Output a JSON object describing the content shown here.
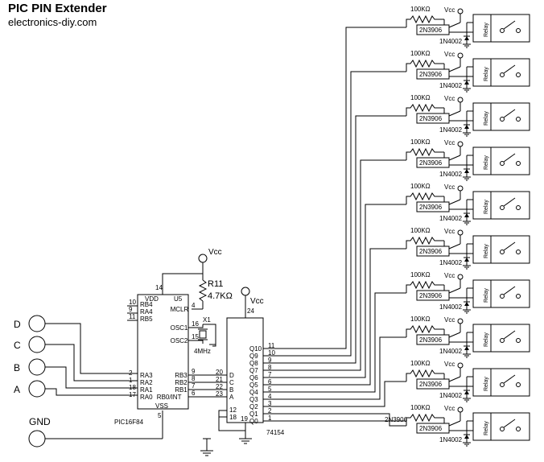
{
  "header": {
    "title": "PIC PIN Extender",
    "subtitle": "electronics-diy.com"
  },
  "inputs": {
    "d": "D",
    "c": "C",
    "b": "B",
    "a": "A",
    "gnd": "GND"
  },
  "mcu": {
    "part": "PIC16F84",
    "ref": "U5",
    "vdd": "VDD",
    "vdd_pin": "14",
    "vss": "VSS",
    "vss_pin": "5",
    "left_pins": [
      {
        "num": "10",
        "name": "RB4"
      },
      {
        "num": "9",
        "name": "RA4"
      },
      {
        "num": "11",
        "name": "RB5"
      },
      {
        "num": "2",
        "name": "RA3"
      },
      {
        "num": "1",
        "name": "RA2"
      },
      {
        "num": "18",
        "name": "RA1"
      },
      {
        "num": "17",
        "name": "RA0"
      }
    ],
    "right_pins": [
      {
        "num": "4",
        "name": "MCLR"
      },
      {
        "num": "16",
        "name": "OSC1"
      },
      {
        "num": "15",
        "name": "OSC2"
      },
      {
        "num": "9",
        "name": "RB3"
      },
      {
        "num": "8",
        "name": "RB2"
      },
      {
        "num": "7",
        "name": "RB1"
      },
      {
        "num": "6",
        "name": "RB0/INT"
      }
    ]
  },
  "resistor_r11": {
    "ref": "R11",
    "value": "4.7KΩ"
  },
  "crystal": {
    "ref": "X1",
    "freq": "4MHz"
  },
  "vcc_label": "Vcc",
  "decoder": {
    "part": "74154",
    "vcc_pin": "24",
    "inputs": [
      {
        "num": "20",
        "name": "D"
      },
      {
        "num": "21",
        "name": "C"
      },
      {
        "num": "22",
        "name": "B"
      },
      {
        "num": "23",
        "name": "A"
      }
    ],
    "enable_pins": [
      "12",
      "18"
    ],
    "gnd_pin": "19",
    "outputs": [
      {
        "name": "Q10",
        "num": "11"
      },
      {
        "name": "Q9",
        "num": "10"
      },
      {
        "name": "Q8",
        "num": "9"
      },
      {
        "name": "Q7",
        "num": "8"
      },
      {
        "name": "Q6",
        "num": "7"
      },
      {
        "name": "Q5",
        "num": "6"
      },
      {
        "name": "Q4",
        "num": "5"
      },
      {
        "name": "Q3",
        "num": "4"
      },
      {
        "name": "Q2",
        "num": "3"
      },
      {
        "name": "Q1",
        "num": "2"
      },
      {
        "name": "Q0",
        "num": "1"
      }
    ]
  },
  "relay_stage": {
    "resistor": "100KΩ",
    "vcc": "Vcc",
    "transistor": "2N3906",
    "diode": "1N4002",
    "relay": "Relay",
    "count": 10,
    "bottom_transistor_note": "2N3906"
  }
}
